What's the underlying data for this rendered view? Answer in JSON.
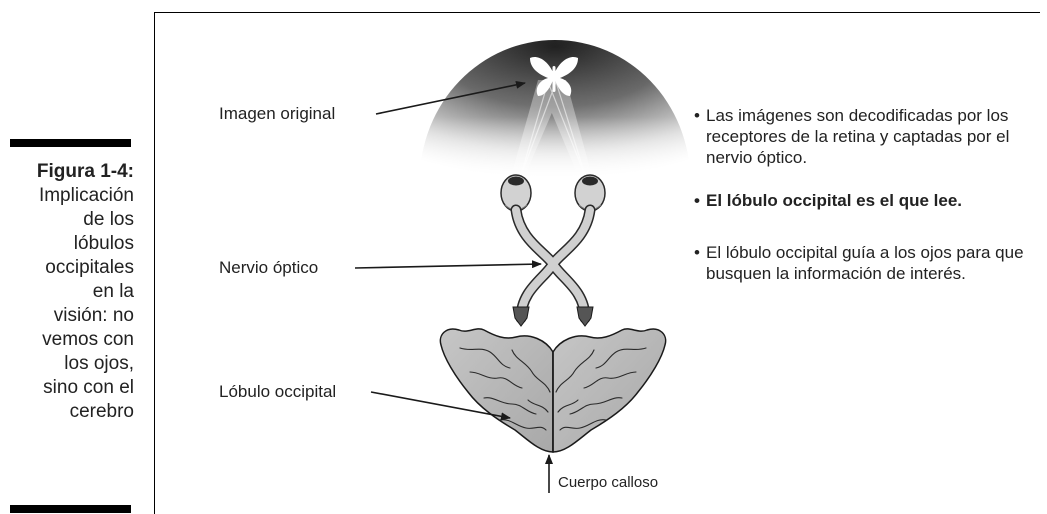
{
  "caption": {
    "figure_label": "Figura 1-4:",
    "text": "Implicación\nde los\nlóbulos\noccipitales\nen la\nvisión: no\nvemos con\nlos ojos,\nsino con el\ncerebro"
  },
  "diagram": {
    "labels": {
      "imagen_original": "Imagen original",
      "nervio_optico": "Nervio óptico",
      "lobulo_occipital": "Lóbulo occipital",
      "cuerpo_calloso": "Cuerpo calloso"
    },
    "bullets": [
      {
        "text": "Las imágenes son decodificadas por los receptores de la retina y captadas por el nervio óptico.",
        "bold": false
      },
      {
        "text": "El lóbulo occipital es el que lee.",
        "bold": true
      },
      {
        "text": "El lóbulo occipital guía a los ojos para que busquen la información de interés.",
        "bold": false
      }
    ],
    "bullet_symbol": "•",
    "icons": [
      "butterfly-icon",
      "eye-icon",
      "optic-chiasm",
      "brain-lobes"
    ]
  },
  "colors": {
    "ink": "#1a1a1a",
    "gray_mid": "#8a8a8a",
    "brain_fill": "#b9b9b9",
    "eye_fill": "#d0d0d0"
  }
}
